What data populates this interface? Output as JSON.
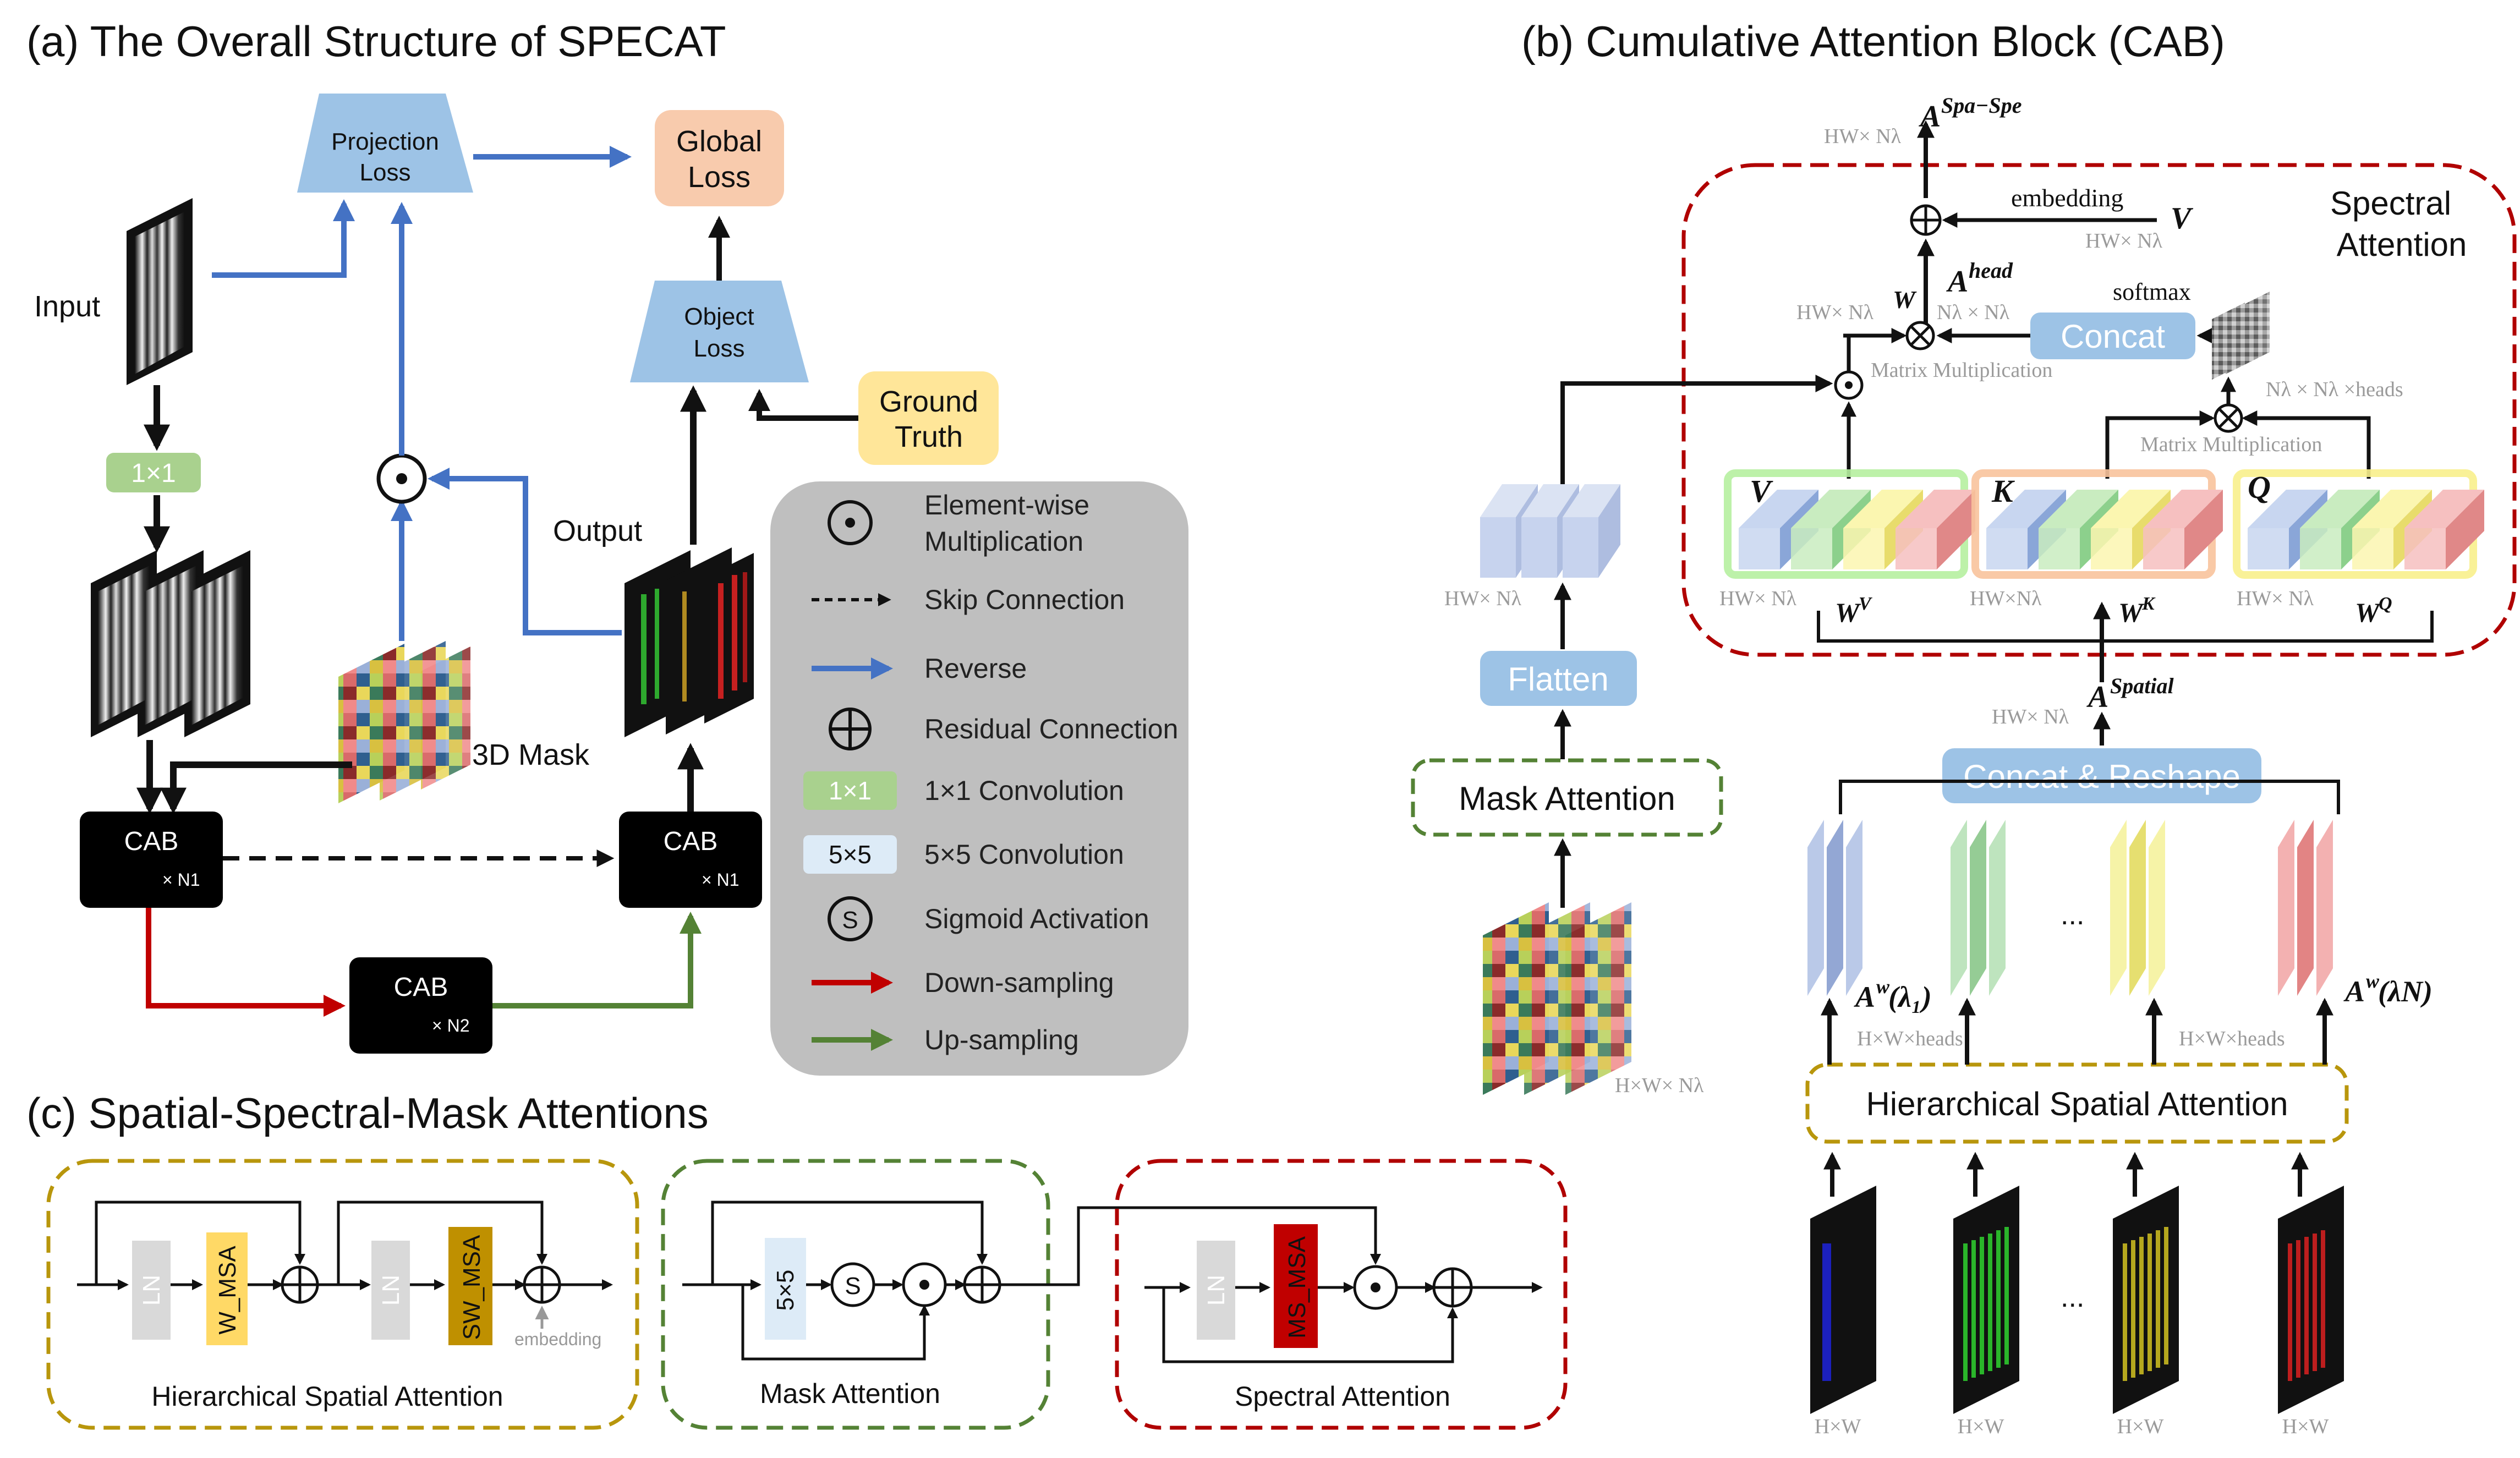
{
  "panels": {
    "a": {
      "title": "(a) The Overall Structure of SPECAT",
      "input": "Input",
      "conv": "1×1",
      "projection_loss": [
        "Projection",
        "Loss"
      ],
      "global_loss": [
        "Global",
        "Loss"
      ],
      "object_loss": [
        "Object",
        "Loss"
      ],
      "ground_truth": [
        "Ground",
        "Truth"
      ],
      "output": "Output",
      "mask": "3D Mask",
      "cab": "CAB",
      "n1": "× N1",
      "n2": "× N2"
    },
    "legend": [
      {
        "icon": "odot",
        "text": [
          "Element-wise",
          "Multiplication"
        ]
      },
      {
        "icon": "dashed-arrow",
        "text": [
          "Skip Connection"
        ]
      },
      {
        "icon": "blue-arrow",
        "text": [
          "Reverse"
        ]
      },
      {
        "icon": "oplus",
        "text": [
          "Residual Connection"
        ]
      },
      {
        "icon": "green-box",
        "badge": "1×1",
        "text": [
          "1×1 Convolution"
        ]
      },
      {
        "icon": "light-box",
        "badge": "5×5",
        "text": [
          "5×5 Convolution"
        ]
      },
      {
        "icon": "sigmoid",
        "badge": "S",
        "text": [
          "Sigmoid Activation"
        ]
      },
      {
        "icon": "red-arrow",
        "text": [
          "Down-sampling"
        ]
      },
      {
        "icon": "green-arrow",
        "text": [
          "Up-sampling"
        ]
      }
    ],
    "b": {
      "title": "(b) Cumulative Attention Block (CAB)",
      "spectral_attention": [
        "Spectral",
        "Attention"
      ],
      "embedding": "embedding",
      "softmax": "softmax",
      "concat": "Concat",
      "matmul": "Matrix Multiplication",
      "heads_dim": "N λ × N λ ×heads",
      "flatten": "Flatten",
      "mask_attention": "Mask Attention",
      "concat_reshape": "Concat & Reshape",
      "hsa": "Hierarchical Spatial Attention",
      "v": "V",
      "k": "K",
      "q": "Q",
      "w": "W",
      "a_spa_spe": "Spa−Spe",
      "a_head": "head",
      "a_spatial": "Spatial",
      "wv": "V",
      "wk": "K",
      "wq": "Q",
      "aw1": "(λ",
      "hw_heads": "H×W×heads",
      "hw": "H×W",
      "dots": "..."
    },
    "c": {
      "title": "(c) Spatial-Spectral-Mask Attentions",
      "ln": "LN",
      "w_msa": "W_MSA",
      "sw_msa": "SW_MSA",
      "ms_msa": "MS_MSA",
      "conv5": "5×5",
      "s": "S",
      "embedding": "embedding",
      "hsa": "Hierarchical Spatial Attention",
      "mask": "Mask Attention",
      "spectral": "Spectral Attention"
    }
  },
  "colors": {
    "blue": "#4472c4",
    "red": "#c00000",
    "green": "#548235",
    "pill": "#9dc3e6",
    "loss_blue": "#9dc3e6",
    "global": "#f8cbad",
    "truth": "#ffe699",
    "legend_bg": "#bfbfbf",
    "dash_gold": "#b8960c",
    "dash_green": "#548235",
    "dash_red": "#b00000"
  }
}
